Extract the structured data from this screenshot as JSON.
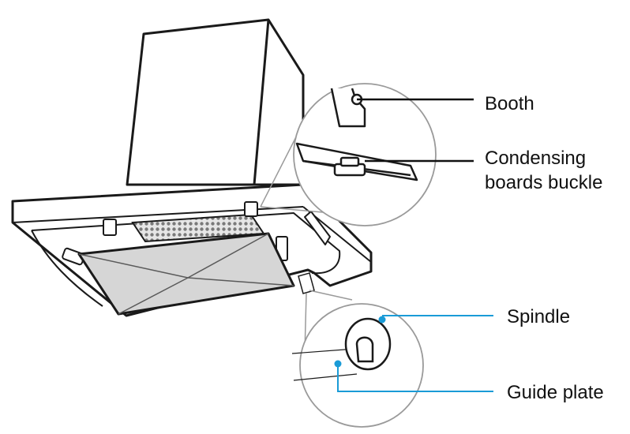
{
  "labels": {
    "booth": "Booth",
    "condensing_line1": "Condensing",
    "condensing_line2": "boards buckle",
    "spindle": "Spindle",
    "guide_plate": "Guide plate"
  },
  "colors": {
    "outline": "#1a1a1a",
    "leader_dark": "#111111",
    "leader_accent": "#1a9bd7",
    "panel_fill": "#d6d6d6",
    "detail_circle": "#9a9a9a",
    "mesh_fill": "#bdbdbd"
  }
}
